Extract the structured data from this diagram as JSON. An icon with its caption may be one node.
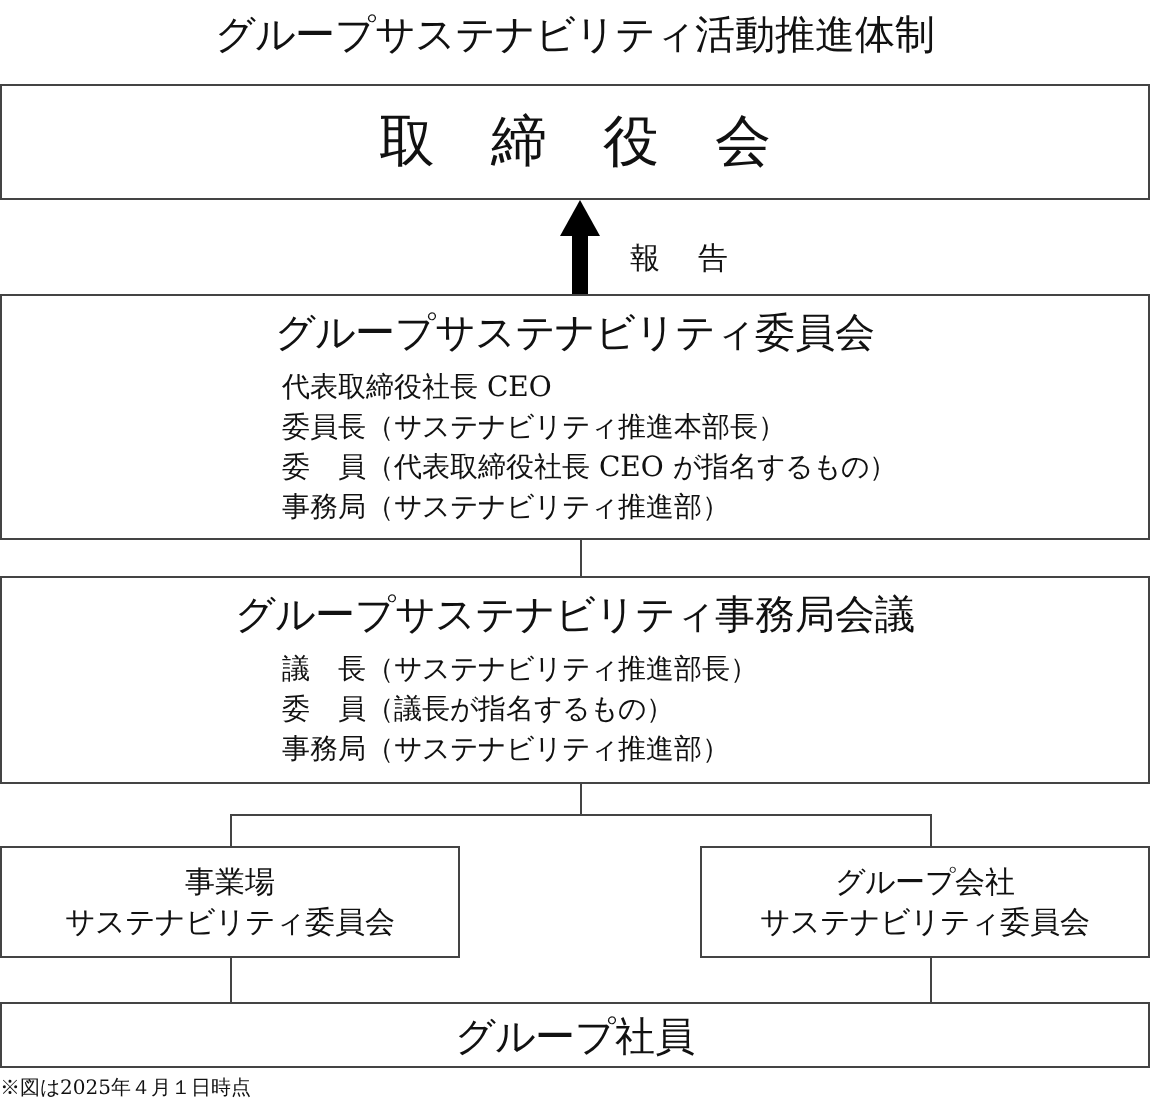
{
  "diagram": {
    "title": "グループサステナビリティ活動推進体制",
    "nodes": [
      {
        "text": [
          "取締役会"
        ]
      },
      {
        "text": [
          "グループサステナビリティ委員会",
          "代表取締役社長 CEO",
          "委員長（サステナビリティ推進本部長）",
          "委　員（代表取締役社長 CEO が指名するもの）",
          "事務局（サステナビリティ推進部）"
        ]
      },
      {
        "text": [
          "グループサステナビリティ事務局会議",
          "議　長（サステナビリティ推進部長）",
          "委　員（議長が指名するもの）",
          "事務局（サステナビリティ推進部）"
        ]
      },
      {
        "text": [
          "事業場",
          "サステナビリティ委員会"
        ]
      },
      {
        "text": [
          "グループ会社",
          "サステナビリティ委員会"
        ]
      },
      {
        "text": [
          "グループ社員"
        ]
      }
    ],
    "edges": [
      {
        "from": 1,
        "to": 0,
        "arrow": "to",
        "label": "報告",
        "style": "thick"
      },
      {
        "from": 1,
        "to": 2,
        "arrow": "none"
      },
      {
        "from": 2,
        "to": 3,
        "arrow": "none"
      },
      {
        "from": 2,
        "to": 4,
        "arrow": "none"
      },
      {
        "from": 3,
        "to": 5,
        "arrow": "none"
      },
      {
        "from": 4,
        "to": 5,
        "arrow": "none"
      }
    ],
    "labels": [
      "※図は2025年４月１日時点"
    ]
  }
}
